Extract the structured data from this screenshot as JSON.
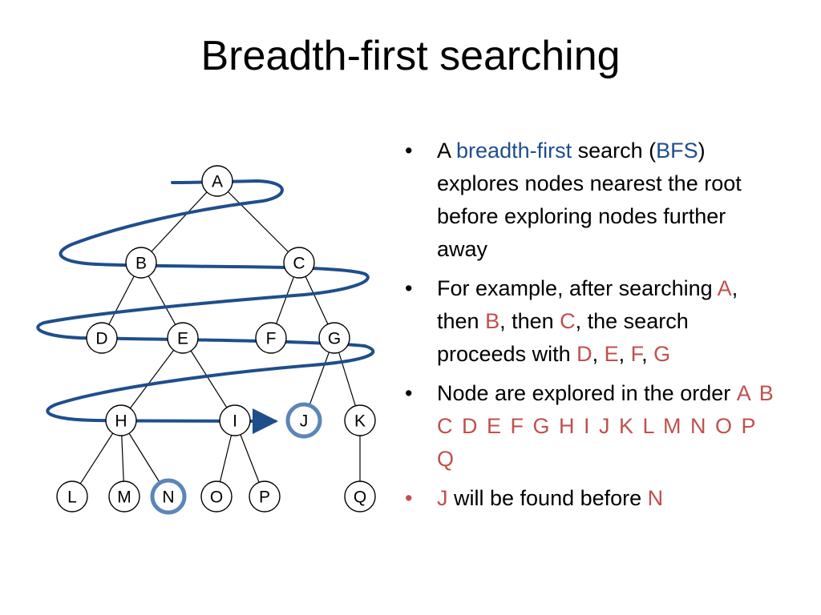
{
  "title": "Breadth-first searching",
  "colors": {
    "path": "#1f4e8c",
    "highlight_ring": "#5b86b9",
    "term_blue": "#1f4e8c",
    "term_red": "#c0504d"
  },
  "tree": {
    "nodes": [
      {
        "id": "A",
        "label": "A",
        "highlight": false
      },
      {
        "id": "B",
        "label": "B",
        "highlight": false
      },
      {
        "id": "C",
        "label": "C",
        "highlight": false
      },
      {
        "id": "D",
        "label": "D",
        "highlight": false
      },
      {
        "id": "E",
        "label": "E",
        "highlight": false
      },
      {
        "id": "F",
        "label": "F",
        "highlight": false
      },
      {
        "id": "G",
        "label": "G",
        "highlight": false
      },
      {
        "id": "H",
        "label": "H",
        "highlight": false
      },
      {
        "id": "I",
        "label": "I",
        "highlight": false
      },
      {
        "id": "J",
        "label": "J",
        "highlight": true
      },
      {
        "id": "K",
        "label": "K",
        "highlight": false
      },
      {
        "id": "L",
        "label": "L",
        "highlight": false
      },
      {
        "id": "M",
        "label": "M",
        "highlight": false
      },
      {
        "id": "N",
        "label": "N",
        "highlight": true
      },
      {
        "id": "O",
        "label": "O",
        "highlight": false
      },
      {
        "id": "P",
        "label": "P",
        "highlight": false
      },
      {
        "id": "Q",
        "label": "Q",
        "highlight": false
      }
    ],
    "edges": [
      [
        "A",
        "B"
      ],
      [
        "A",
        "C"
      ],
      [
        "B",
        "D"
      ],
      [
        "B",
        "E"
      ],
      [
        "C",
        "F"
      ],
      [
        "C",
        "G"
      ],
      [
        "E",
        "H"
      ],
      [
        "E",
        "I"
      ],
      [
        "G",
        "J"
      ],
      [
        "G",
        "K"
      ],
      [
        "H",
        "L"
      ],
      [
        "H",
        "M"
      ],
      [
        "H",
        "N"
      ],
      [
        "I",
        "O"
      ],
      [
        "I",
        "P"
      ],
      [
        "K",
        "Q"
      ]
    ]
  },
  "bullets": {
    "b1": {
      "t1": "A ",
      "t2": "breadth-first",
      "t3": " search (",
      "t4": "BFS",
      "t5": ") explores nodes nearest the root before exploring nodes further away"
    },
    "b2": {
      "t1": "For example, after searching ",
      "t2": "A",
      "t3": ", then ",
      "t4": "B",
      "t5": ", then ",
      "t6": "C",
      "t7": ", the search proceeds with ",
      "t8": "D",
      "t9": ", ",
      "t10": "E",
      "t11": ", ",
      "t12": "F",
      "t13": ", ",
      "t14": "G"
    },
    "b3": {
      "t1": "Node are explored in the order ",
      "t2": "A B C D E F G H I J K L M N O P Q"
    },
    "b4": {
      "t1": "J",
      "t2": " will be found before ",
      "t3": "N"
    }
  }
}
